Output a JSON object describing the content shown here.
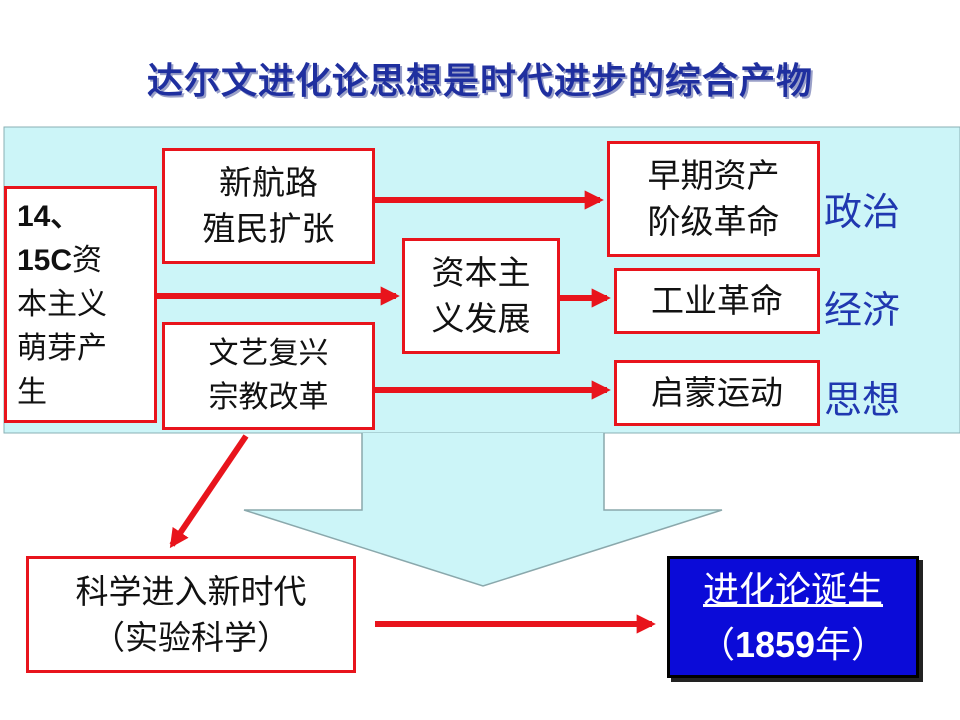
{
  "title": "达尔文进化论思想是时代进步的综合产物",
  "start": {
    "line1": "14、",
    "line2_num": "15C",
    "line2_text": "资",
    "line3": "本主义",
    "line4": "萌芽产",
    "line5": "生"
  },
  "route": {
    "line1": "新航路",
    "line2": "殖民扩张"
  },
  "renaissance": {
    "line1": "文艺复兴",
    "line2": "宗教改革"
  },
  "capitalism": {
    "line1": "资本主",
    "line2": "义发展"
  },
  "bourgeois": {
    "line1": "早期资产",
    "line2": "阶级革命"
  },
  "industrial": {
    "line1": "工业革命"
  },
  "enlightenment": {
    "line1": "启蒙运动"
  },
  "categories": {
    "politics": "政治",
    "economy": "经济",
    "thought": "思想"
  },
  "science": {
    "line1": "科学进入新时代",
    "line2": "（实验科学）"
  },
  "result": {
    "line1": "进化论诞生",
    "line2_open": "（",
    "year": "1859",
    "line2_close": "年）"
  },
  "colors": {
    "arrow": "#e8141c",
    "panel": "#ccf5f8",
    "title": "#1f2f9f",
    "result_bg": "#0b0bd8",
    "category": "#2038b0"
  }
}
